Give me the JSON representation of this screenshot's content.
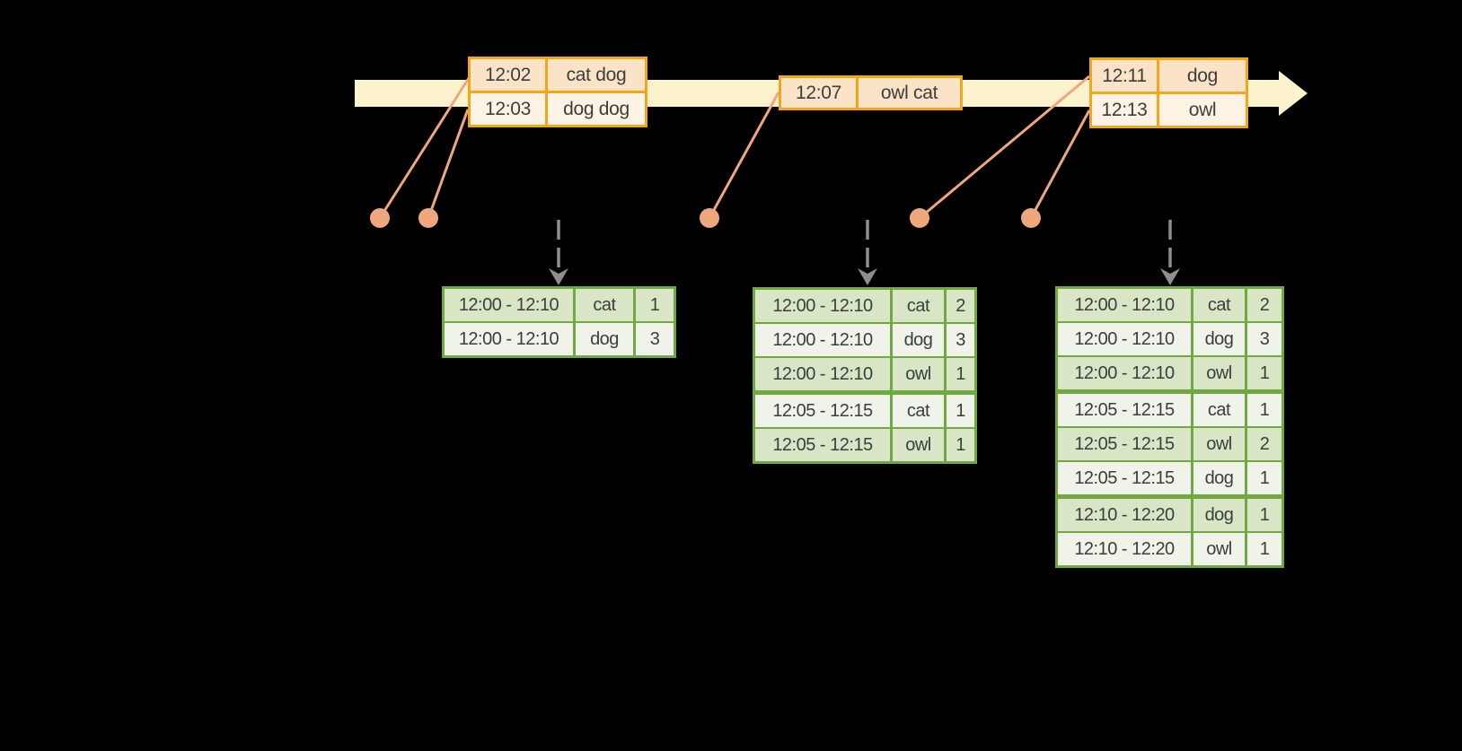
{
  "colors": {
    "background": "#000000",
    "timeline-band": "#FCF2CD",
    "orange-border": "#F1A71C",
    "peach-dark": "#FAE3C7",
    "peach-light": "#FDF3E4",
    "salmon": "#EFA77D",
    "arrow-gray": "#8F8F8F",
    "green-border": "#72A841",
    "green-row-dark": "#D8E6C5",
    "green-row-light": "#EFF3EA",
    "cell-text": "#3D3D3D"
  },
  "event_tables": [
    {
      "rows": [
        {
          "time": "12:02",
          "words": "cat dog"
        },
        {
          "time": "12:03",
          "words": "dog dog"
        }
      ]
    },
    {
      "rows": [
        {
          "time": "12:07",
          "words": "owl cat"
        }
      ]
    },
    {
      "rows": [
        {
          "time": "12:11",
          "words": "dog"
        },
        {
          "time": "12:13",
          "words": "owl"
        }
      ]
    }
  ],
  "result_tables": [
    {
      "rows": [
        {
          "window": "12:00 - 12:10",
          "word": "cat",
          "count": 1
        },
        {
          "window": "12:00 - 12:10",
          "word": "dog",
          "count": 3
        }
      ]
    },
    {
      "rows": [
        {
          "window": "12:00 - 12:10",
          "word": "cat",
          "count": 2
        },
        {
          "window": "12:00 - 12:10",
          "word": "dog",
          "count": 3
        },
        {
          "window": "12:00 - 12:10",
          "word": "owl",
          "count": 1
        },
        {
          "window": "12:05 - 12:15",
          "word": "cat",
          "count": 1
        },
        {
          "window": "12:05 - 12:15",
          "word": "owl",
          "count": 1
        }
      ]
    },
    {
      "rows": [
        {
          "window": "12:00 - 12:10",
          "word": "cat",
          "count": 2
        },
        {
          "window": "12:00 - 12:10",
          "word": "dog",
          "count": 3
        },
        {
          "window": "12:00 - 12:10",
          "word": "owl",
          "count": 1
        },
        {
          "window": "12:05 - 12:15",
          "word": "cat",
          "count": 1
        },
        {
          "window": "12:05 - 12:15",
          "word": "owl",
          "count": 2
        },
        {
          "window": "12:05 - 12:15",
          "word": "dog",
          "count": 1
        },
        {
          "window": "12:10 - 12:20",
          "word": "dog",
          "count": 1
        },
        {
          "window": "12:10 - 12:20",
          "word": "owl",
          "count": 1
        }
      ]
    }
  ]
}
